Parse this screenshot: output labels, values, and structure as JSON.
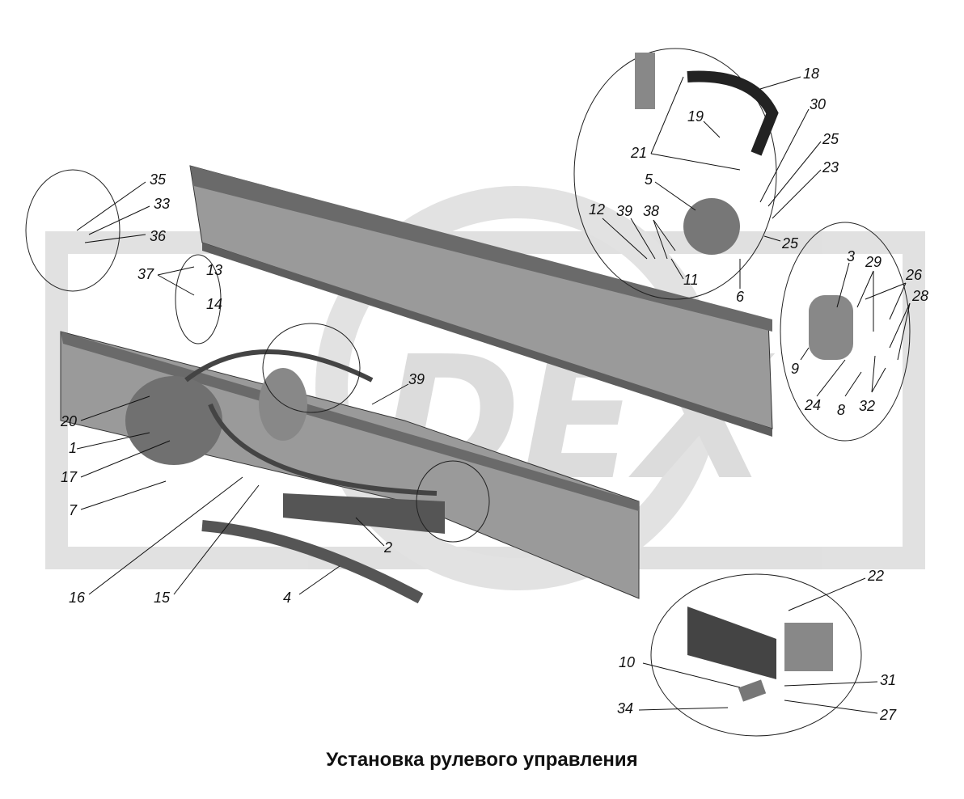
{
  "caption": "Установка рулевого управления",
  "watermark": "DEX",
  "callouts": [
    "35",
    "33",
    "36",
    "37",
    "13",
    "14",
    "20",
    "1",
    "17",
    "7",
    "16",
    "15",
    "4",
    "2",
    "39",
    "18",
    "30",
    "19",
    "21",
    "25",
    "23",
    "5",
    "12",
    "39",
    "38",
    "11",
    "6",
    "25",
    "3",
    "29",
    "26",
    "28",
    "9",
    "24",
    "8",
    "32",
    "22",
    "10",
    "31",
    "34",
    "27"
  ],
  "colors": {
    "line": "#111111",
    "frame_fill": "#9a9a9a",
    "frame_dark": "#5e5e5e",
    "watermark": "#c8c8c8"
  }
}
